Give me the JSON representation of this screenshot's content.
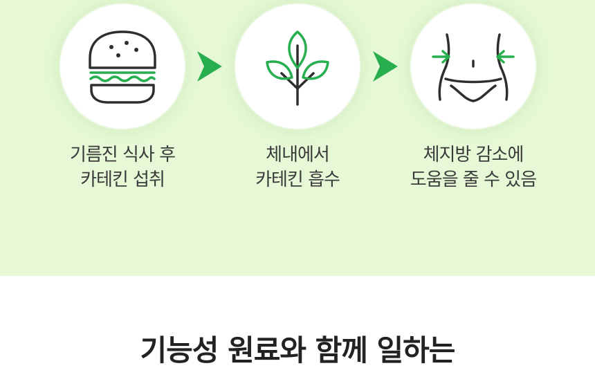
{
  "steps": [
    {
      "icon": "burger-icon",
      "line1": "기름진 식사 후",
      "line2": "카테킨 섭취"
    },
    {
      "icon": "sprout-icon",
      "line1": "체내에서",
      "line2": "카테킨 흡수"
    },
    {
      "icon": "waist-slim-icon",
      "line1": "체지방 감소에",
      "line2": "도움을 줄 수 있음"
    }
  ],
  "bottom": {
    "title": "기능성 원료와 함께 일하는"
  },
  "colors": {
    "panel_bg": "#e6f8d6",
    "accent_green": "#27ae4f",
    "icon_dark": "#2e2e2e",
    "text": "#3a3a3a"
  }
}
